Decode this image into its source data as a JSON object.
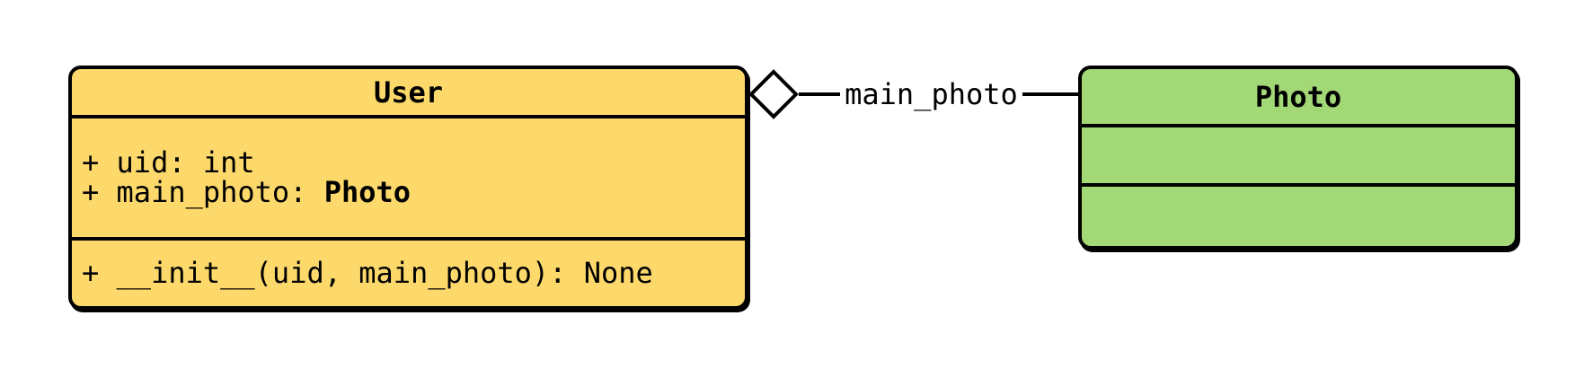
{
  "diagram": {
    "type": "uml-class-diagram",
    "background_color": "#ffffff",
    "stroke_color": "#000000"
  },
  "classes": {
    "user": {
      "name": "User",
      "fill_color": "#fdd96b",
      "attributes": [
        {
          "text": "+ uid: int",
          "type_bold": ""
        },
        {
          "text": "+ main_photo: ",
          "type_bold": "Photo"
        }
      ],
      "methods": [
        {
          "text": "+ __init__(uid, main_photo): None"
        }
      ]
    },
    "photo": {
      "name": "Photo",
      "fill_color": "#a3d877",
      "attributes": [],
      "methods": []
    }
  },
  "relationship": {
    "type": "aggregation",
    "from": "User",
    "to": "Photo",
    "label": "main_photo",
    "marker": "hollow-diamond",
    "marker_fill": "#ffffff"
  }
}
